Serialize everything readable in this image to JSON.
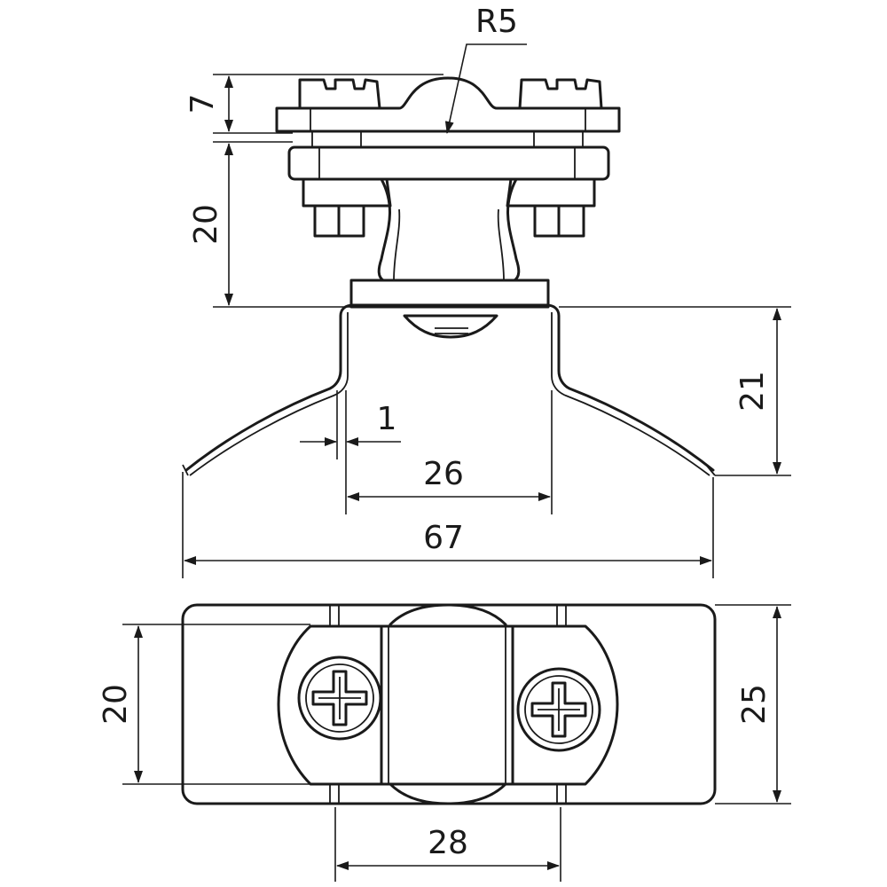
{
  "dimensions": {
    "r5": "R5",
    "d7": "7",
    "d20_side": "20",
    "d21": "21",
    "d1": "1",
    "d26": "26",
    "d67": "67",
    "d20_top": "20",
    "d25": "25",
    "d28": "28"
  },
  "colors": {
    "line": "#1a1a1a",
    "background": "#ffffff"
  }
}
